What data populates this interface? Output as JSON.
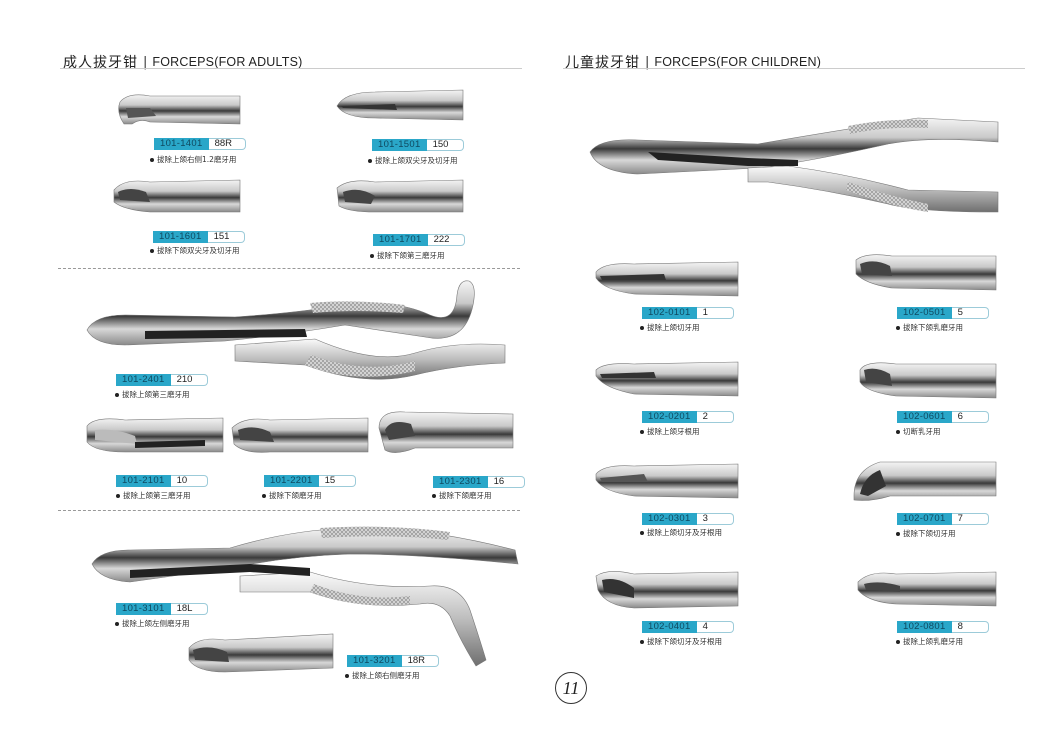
{
  "adults": {
    "heading_cn": "成人拔牙钳",
    "separator": "|",
    "heading_en": "FORCEPS(FOR ADULTS)",
    "items": [
      {
        "code": "101-1401",
        "model": "88R",
        "desc": "拔除上颌右侧1.2磨牙用"
      },
      {
        "code": "101-1501",
        "model": "150",
        "desc": "拔除上颌双尖牙及切牙用"
      },
      {
        "code": "101-1601",
        "model": "151",
        "desc": "拔除下颌双尖牙及切牙用"
      },
      {
        "code": "101-1701",
        "model": "222",
        "desc": "拔除下颌第三磨牙用"
      },
      {
        "code": "101-2401",
        "model": "210",
        "desc": "拔除上颌第三磨牙用"
      },
      {
        "code": "101-2101",
        "model": "10",
        "desc": "拔除上颌第三磨牙用"
      },
      {
        "code": "101-2201",
        "model": "15",
        "desc": "拔除下颌磨牙用"
      },
      {
        "code": "101-2301",
        "model": "16",
        "desc": "拔除下颌磨牙用"
      },
      {
        "code": "101-3101",
        "model": "18L",
        "desc": "拔除上颌左侧磨牙用"
      },
      {
        "code": "101-3201",
        "model": "18R",
        "desc": "拔除上颌右侧磨牙用"
      }
    ]
  },
  "children": {
    "heading_cn": "儿童拔牙钳",
    "separator": "|",
    "heading_en": "FORCEPS(FOR CHILDREN)",
    "items": [
      {
        "code": "102-0101",
        "model": "1",
        "desc": "拔除上颌切牙用"
      },
      {
        "code": "102-0501",
        "model": "5",
        "desc": "拔除下颌乳磨牙用"
      },
      {
        "code": "102-0201",
        "model": "2",
        "desc": "拔除上颌牙根用"
      },
      {
        "code": "102-0601",
        "model": "6",
        "desc": "切断乳牙用"
      },
      {
        "code": "102-0301",
        "model": "3",
        "desc": "拔除上颌切牙及牙根用"
      },
      {
        "code": "102-0701",
        "model": "7",
        "desc": "拔除下颌切牙用"
      },
      {
        "code": "102-0401",
        "model": "4",
        "desc": "拔除下颌切牙及牙根用"
      },
      {
        "code": "102-0801",
        "model": "8",
        "desc": "拔除上颌乳磨牙用"
      }
    ]
  },
  "page_number": "11",
  "colors": {
    "code_bg": "#2aa7c9",
    "code_text": "#0f4960",
    "model_border": "#9ccbd9"
  }
}
